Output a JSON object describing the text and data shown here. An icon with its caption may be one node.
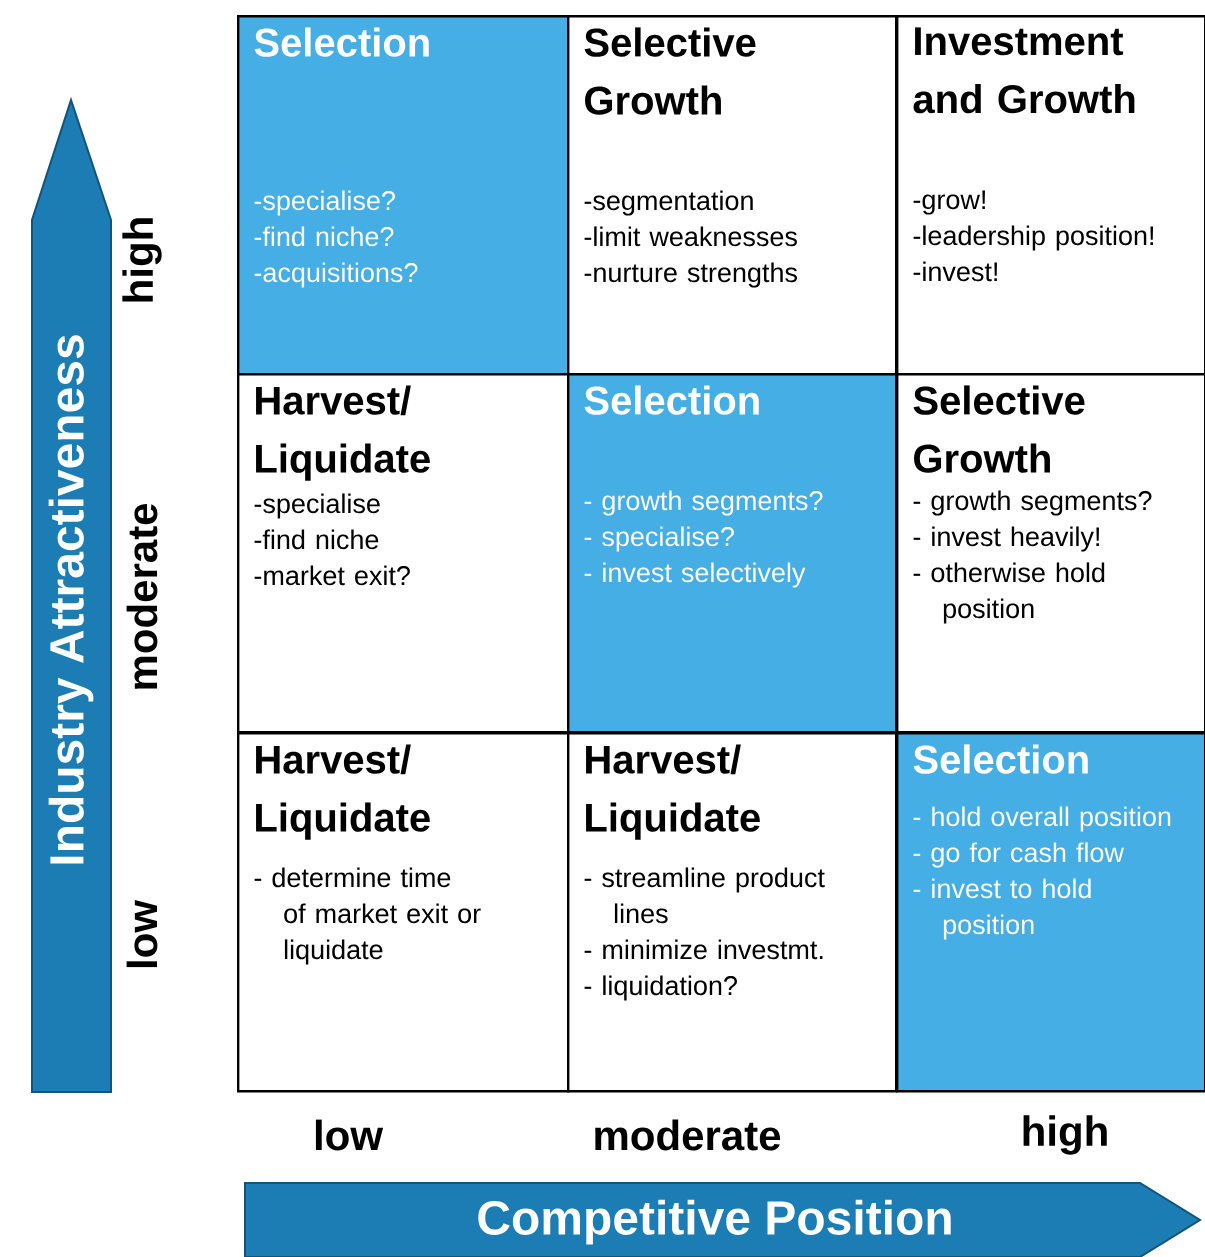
{
  "diagram": {
    "nodes": [
      {
        "text": [
          "Selection",
          "-specialise?",
          "-find niche?",
          "-acquisitions?"
        ]
      },
      {
        "text": [
          "Selective Growth",
          "-segmentation",
          "-limit weaknesses",
          "-nurture strengths"
        ]
      },
      {
        "text": [
          "Investment and Growth",
          "-grow!",
          "-leadership position!",
          "-invest!"
        ]
      },
      {
        "text": [
          "Harvest/ Liquidate",
          "-specialise",
          "-find niche",
          "-market exit?"
        ]
      },
      {
        "text": [
          "Selection",
          "- growth segments?",
          "- specialise?",
          "- invest selectively"
        ]
      },
      {
        "text": [
          "Selective Growth",
          "- growth segments?",
          "- invest heavily!",
          "- otherwise hold position"
        ]
      },
      {
        "text": [
          "Harvest/ Liquidate",
          "- determine time of market exit or liquidate"
        ]
      },
      {
        "text": [
          "Harvest/ Liquidate",
          "- streamline product lines",
          "- minimize investmt.",
          "- liquidation?"
        ]
      },
      {
        "text": [
          "Selection",
          "- hold overall position",
          "- go for cash flow",
          "- invest to hold position"
        ]
      },
      {
        "text": [
          "Industry Attractiveness"
        ]
      },
      {
        "text": [
          "Competitive Position"
        ]
      }
    ],
    "labels": [
      "high",
      "moderate",
      "low",
      "low",
      "moderate",
      "high"
    ]
  }
}
